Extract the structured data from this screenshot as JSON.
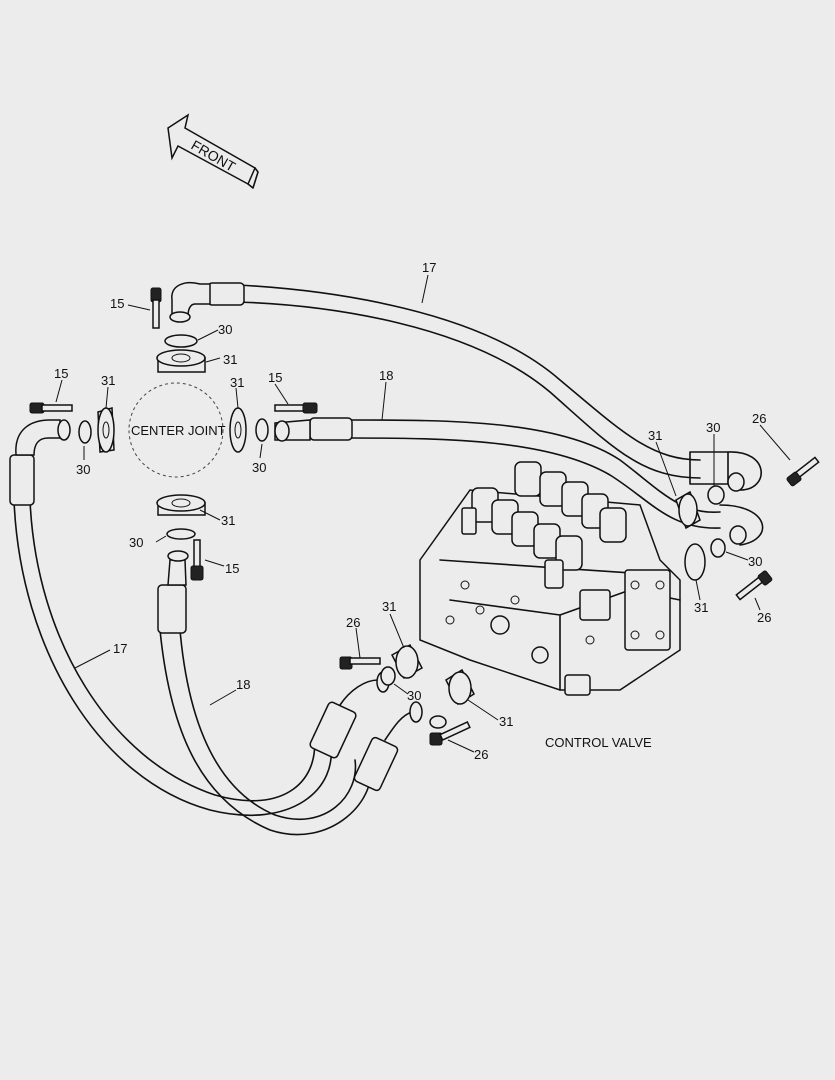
{
  "labels": {
    "front": "FRONT",
    "center_joint": "CENTER JOINT",
    "control_valve": "CONTROL VALVE"
  },
  "callouts": {
    "hose_17": "17",
    "hose_18": "18",
    "bolt_15": "15",
    "oring_30": "30",
    "flange_31": "31",
    "bolt_26": "26"
  }
}
